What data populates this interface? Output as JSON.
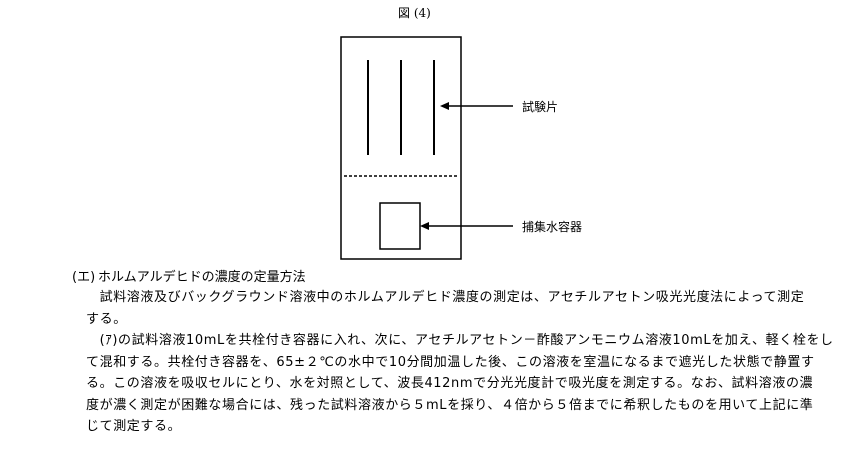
{
  "figure": {
    "title": "図 (4)",
    "labels": {
      "test_piece": "試験片",
      "water_container": "捕集水容器"
    }
  },
  "section": {
    "marker": "(エ)",
    "heading": "ホルムアルデヒドの濃度の定量方法",
    "paragraph1": [
      "　試料溶液及びバックグラウンド溶液中のホルムアルデヒド濃度の測定は、アセチルアセトン吸光光度法によって測定",
      "する。"
    ],
    "paragraph2": [
      "　(ｱ)の試料溶液10mLを共栓付き容器に入れ、次に、アセチルアセトン－酢酸アンモニウム溶液10mLを加え、軽く栓をし",
      "て混和する。共栓付き容器を、65±２℃の水中で10分間加温した後、この溶液を室温になるまで遮光した状態で静置す",
      "る。この溶液を吸収セルにとり、水を対照として、波長412nmで分光光度計で吸光度を測定する。なお、試料溶液の濃",
      "度が濃く測定が困難な場合には、残った試料溶液から５mLを採り、４倍から５倍までに希釈したものを用いて上記に準",
      "じて測定する。"
    ]
  }
}
